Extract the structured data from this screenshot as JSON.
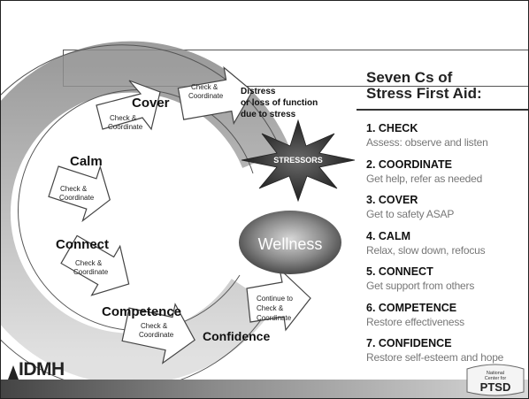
{
  "heading": {
    "line1": "Seven Cs of",
    "line2": "Stress First Aid:"
  },
  "steps": [
    {
      "title": "1. CHECK",
      "desc": "Assess: observe and listen"
    },
    {
      "title": "2. COORDINATE",
      "desc": "Get help, refer as needed"
    },
    {
      "title": "3. COVER",
      "desc": "Get to safety ASAP"
    },
    {
      "title": "4. CALM",
      "desc": "Relax, slow down, refocus"
    },
    {
      "title": "5. CONNECT",
      "desc": "Get support from others"
    },
    {
      "title": "6. COMPETENCE",
      "desc": "Restore effectiveness"
    },
    {
      "title": "7. CONFIDENCE",
      "desc": "Restore self-esteem and hope"
    }
  ],
  "diagram": {
    "stages": {
      "cover": "Cover",
      "calm": "Calm",
      "connect": "Connect",
      "competence": "Competence",
      "confidence": "Confidence"
    },
    "check_coord_line1": "Check &",
    "check_coord_line2": "Coordinate",
    "continue_lines": [
      "Continue to",
      "Check &",
      "Coordinate"
    ],
    "distress_lines": [
      "Distress",
      "or loss of function",
      "due to stress"
    ],
    "stressors": "STRESSORS",
    "wellness": "Wellness"
  },
  "footer": {
    "idmh": "IDMH",
    "ptsd_small": [
      "National",
      "Center for"
    ],
    "ptsd": "PTSD"
  }
}
